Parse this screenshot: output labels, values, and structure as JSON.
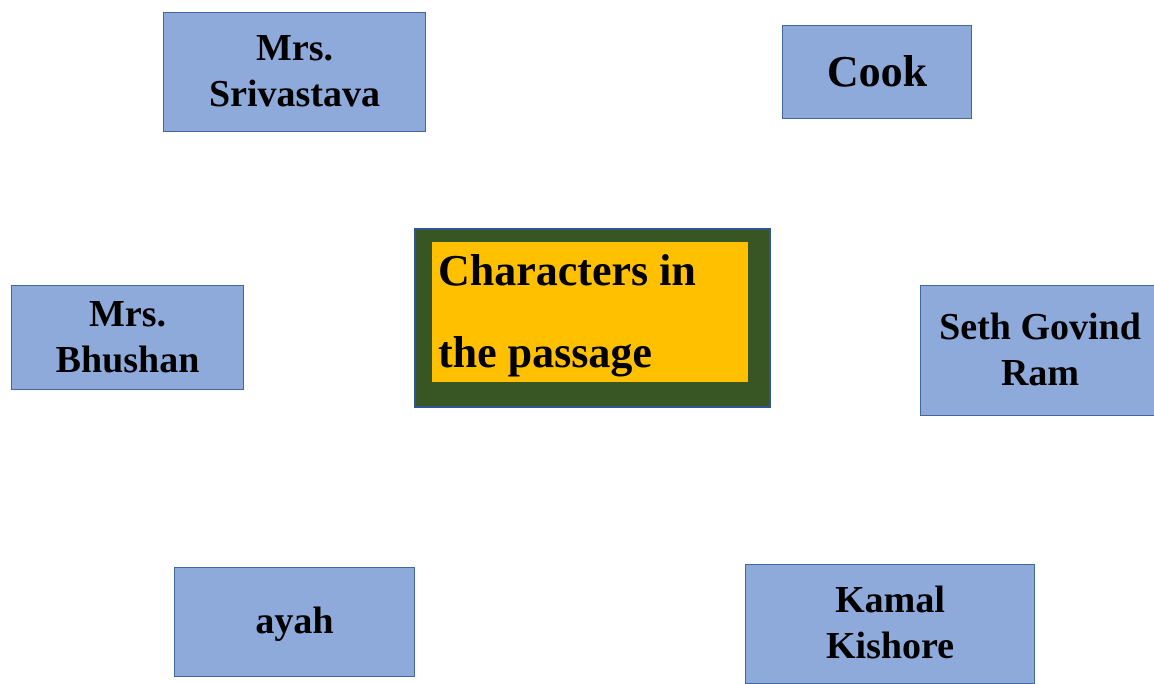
{
  "center": {
    "line1": "Characters in",
    "line2": "the passage"
  },
  "characters": {
    "srivastava": [
      "Mrs.",
      "Srivastava"
    ],
    "cook": [
      "Cook"
    ],
    "bhushan": [
      "Mrs.",
      "Bhushan"
    ],
    "seth": [
      "Seth Govind",
      "Ram"
    ],
    "ayah": [
      "ayah"
    ],
    "kamal": [
      "Kamal",
      "Kishore"
    ]
  },
  "colors": {
    "node_fill": "#8eaadb",
    "node_border": "#41689b",
    "center_frame": "#375623",
    "center_fill": "#ffc000"
  }
}
